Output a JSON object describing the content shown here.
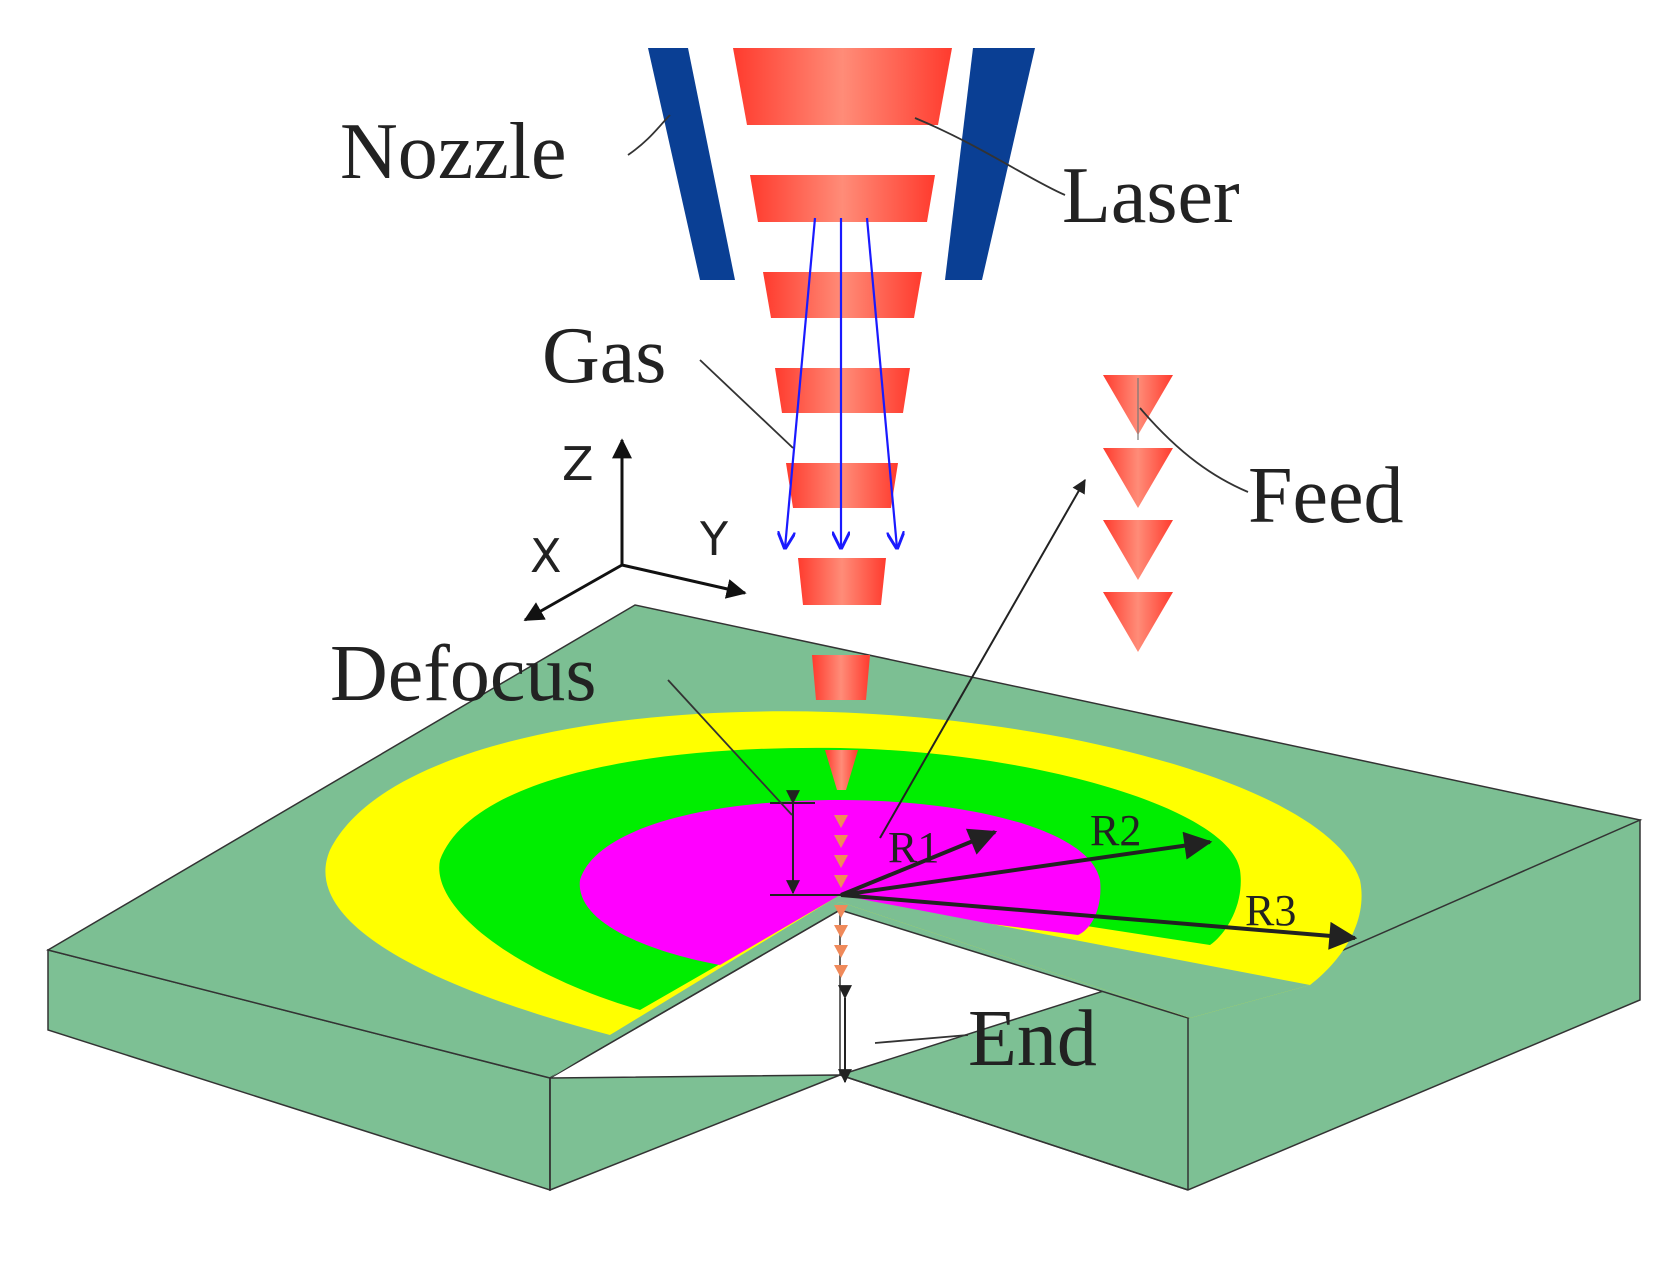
{
  "labels": {
    "nozzle": "Nozzle",
    "laser": "Laser",
    "gas": "Gas",
    "feed": "Feed",
    "defocus": "Defocus",
    "end": "End",
    "r1": "R1",
    "r2": "R2",
    "r3": "R3"
  },
  "axes": {
    "z": "Z",
    "x": "X",
    "y": "Y"
  },
  "colors": {
    "nozzle": "#0a3f94",
    "laser": "#ff4433",
    "block_top": "#7cbf93",
    "block_side": "#7dc094",
    "ring_outer": "#ffff00",
    "ring_middle": "#00ee00",
    "ring_inner": "#ff00ff",
    "gas_arrows": "#1a1aff",
    "feed": "#ff5533",
    "focus_markers": "#f08a5a"
  }
}
